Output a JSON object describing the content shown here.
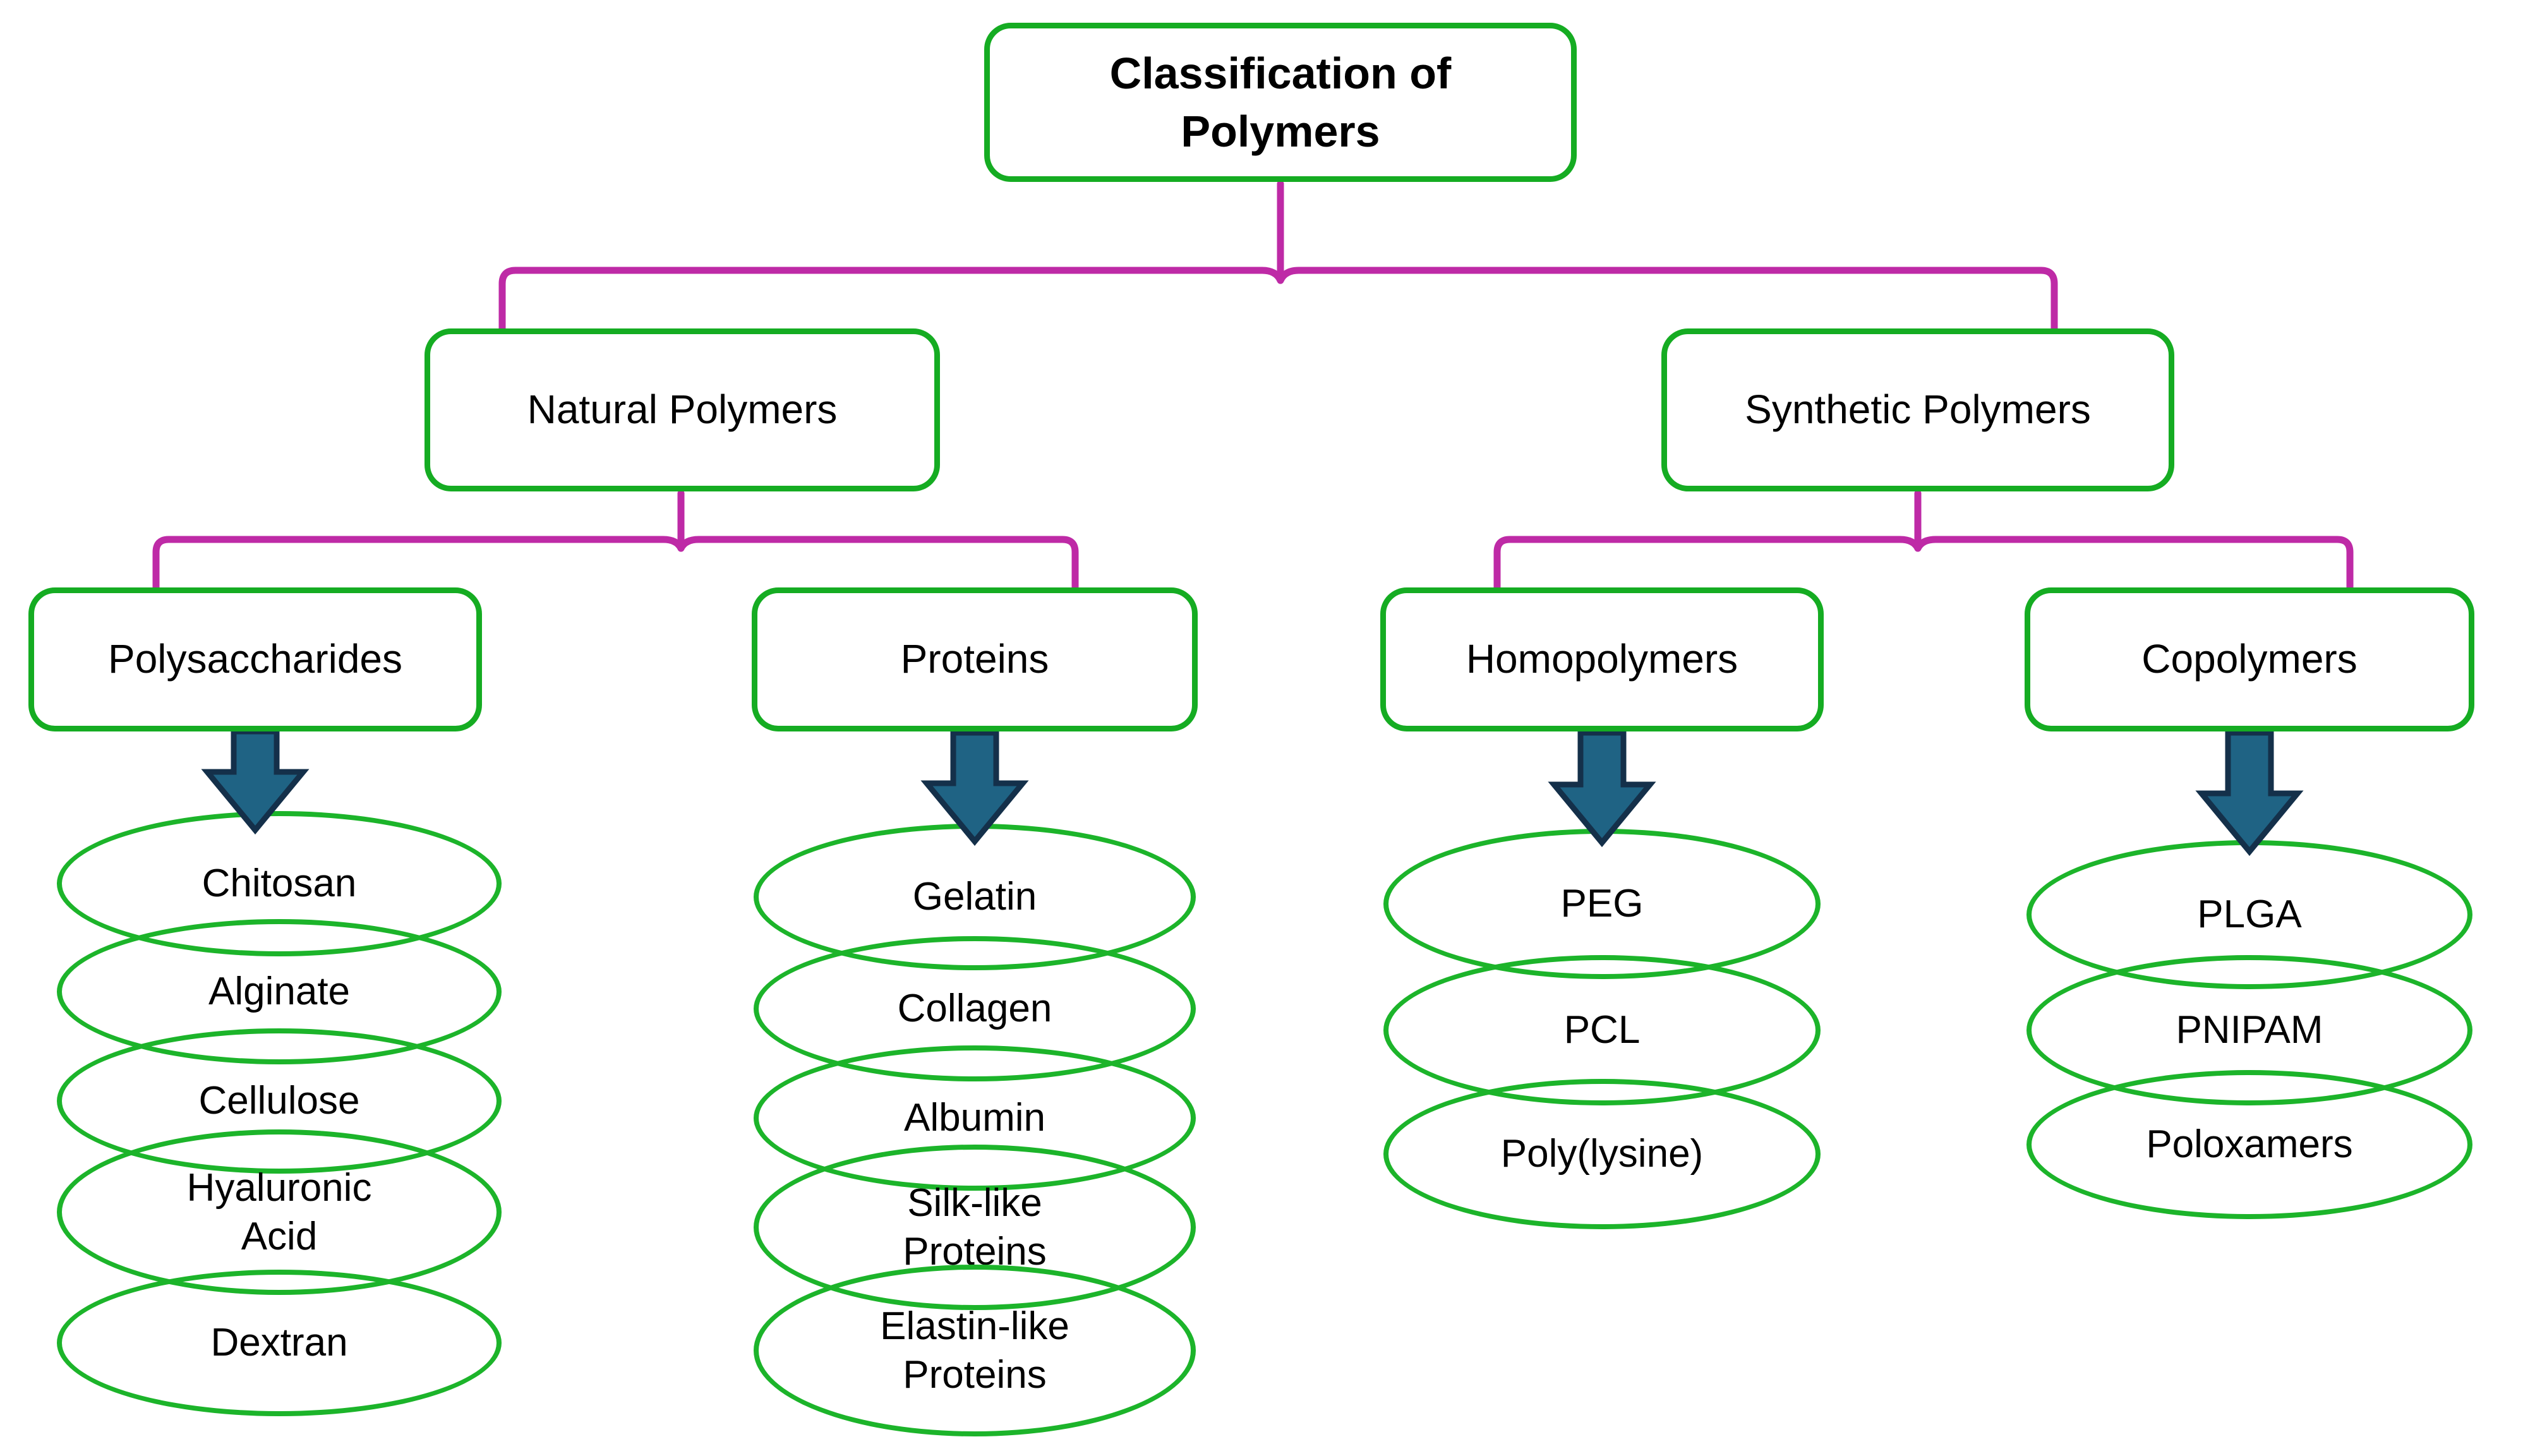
{
  "root": {
    "label_line1": "Classification of",
    "label_line2": "Polymers"
  },
  "branches": [
    {
      "label": "Natural Polymers",
      "children": [
        {
          "label": "Polysaccharides",
          "items": [
            "Chitosan",
            "Alginate",
            "Cellulose",
            "Hyaluronic Acid",
            "Dextran"
          ]
        },
        {
          "label": "Proteins",
          "items": [
            "Gelatin",
            "Collagen",
            "Albumin",
            "Silk-like Proteins",
            "Elastin-like Proteins"
          ]
        }
      ]
    },
    {
      "label": "Synthetic Polymers",
      "children": [
        {
          "label": "Homopolymers",
          "items": [
            "PEG",
            "PCL",
            "Poly(lysine)"
          ]
        },
        {
          "label": "Copolymers",
          "items": [
            "PLGA",
            "PNIPAM",
            "Poloxamers"
          ]
        }
      ]
    }
  ],
  "icons": {
    "down_arrow": "block-down-arrow"
  },
  "colors": {
    "background": "#FFFFFF",
    "box_border_green": "#15AC22",
    "ellipse_border_green": "#1CB42A",
    "connector_magenta": "#BE2AA6",
    "arrow_fill_teal": "#1F6384",
    "arrow_outline_navy": "#14304A",
    "text": "#000000"
  }
}
